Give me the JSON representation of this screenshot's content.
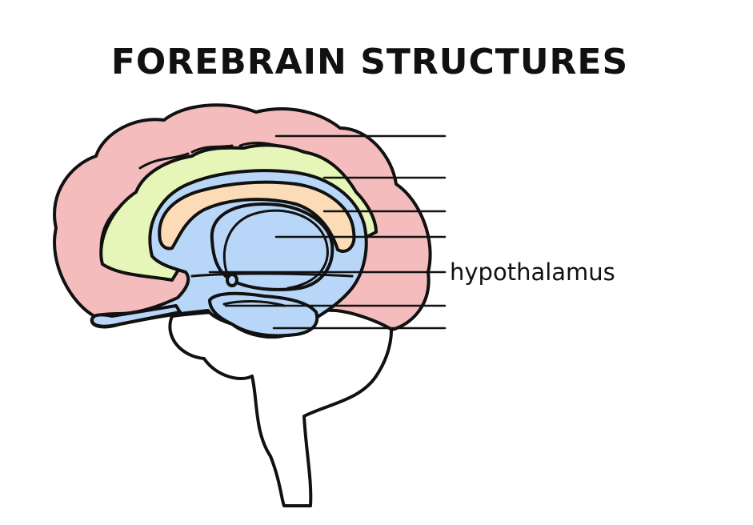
{
  "diagram": {
    "title": "FOREBRAIN STRUCTURES",
    "labels": [
      {
        "id": "cortex",
        "text": ""
      },
      {
        "id": "cingulate",
        "text": ""
      },
      {
        "id": "corpus-callosum",
        "text": ""
      },
      {
        "id": "thalamus",
        "text": ""
      },
      {
        "id": "hypothalamus",
        "text": "hypothalamus"
      },
      {
        "id": "pituitary",
        "text": ""
      },
      {
        "id": "brainstem",
        "text": ""
      }
    ]
  },
  "colors": {
    "cortex": "#f4bcbc",
    "limbic": "#e6f5b8",
    "callosum": "#fbdcb6",
    "ventricle": "#b8d6f7",
    "outline": "#111111",
    "background": "#ffffff"
  }
}
